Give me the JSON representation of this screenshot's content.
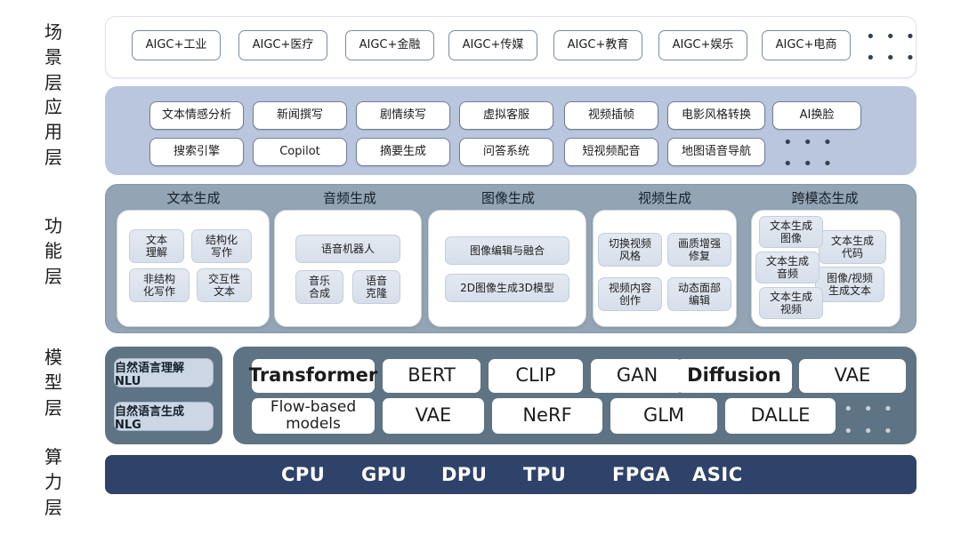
{
  "diagram": {
    "title": "AIGC 技术架构分层图",
    "colors": {
      "scene_bg": "#ffffff",
      "app_bg": "#bac6dd",
      "func_bg": "#93a4b4",
      "model_bg": "#5e7383",
      "compute_bg": "#2f4269",
      "tile_bg": "#dde5ef",
      "chip_border": "#7c8ba0",
      "text": "#1c1c1c",
      "compute_text": "#ffffff"
    },
    "ellipsis": "• • •"
  },
  "layers": [
    {
      "id": "scene",
      "label_chars": [
        "场",
        "景",
        "层"
      ]
    },
    {
      "id": "app",
      "label_chars": [
        "应",
        "用",
        "层"
      ]
    },
    {
      "id": "function",
      "label_chars": [
        "功",
        "能",
        "层"
      ]
    },
    {
      "id": "model",
      "label_chars": [
        "模",
        "型",
        "层"
      ]
    },
    {
      "id": "compute",
      "label_chars": [
        "算",
        "力",
        "层"
      ]
    }
  ],
  "scene_layer": {
    "name": "场景层",
    "items": [
      "AIGC+工业",
      "AIGC+医疗",
      "AIGC+金融",
      "AIGC+传媒",
      "AIGC+教育",
      "AIGC+娱乐",
      "AIGC+电商"
    ],
    "more": "• • •"
  },
  "app_layer": {
    "name": "应用层",
    "row1": [
      "文本情感分析",
      "新闻撰写",
      "剧情续写",
      "虚拟客服",
      "视频插帧",
      "电影风格转换",
      "AI换脸"
    ],
    "row2": [
      "搜索引擎",
      "Copilot",
      "摘要生成",
      "问答系统",
      "短视频配音",
      "地图语音导航"
    ],
    "more": "• • •"
  },
  "function_layer": {
    "name": "功能层",
    "groups": [
      {
        "title": "文本生成",
        "tiles": [
          "文本\n理解",
          "结构化\n写作",
          "非结构\n化写作",
          "交互性\n文本"
        ]
      },
      {
        "title": "音频生成",
        "tiles": [
          "语音机器人",
          "音乐\n合成",
          "语音\n克隆"
        ]
      },
      {
        "title": "图像生成",
        "tiles": [
          "图像编辑与融合",
          "2D图像生成3D模型"
        ]
      },
      {
        "title": "视频生成",
        "tiles": [
          "切换视频\n风格",
          "画质增强\n修复",
          "视频内容\n创作",
          "动态面部\n编辑"
        ]
      },
      {
        "title": "跨模态生成",
        "tiles": [
          "文本生成\n图像",
          "文本生成\n代码",
          "文本生成\n音频",
          "图像/视频\n生成文本",
          "文本生成\n视频"
        ]
      }
    ]
  },
  "model_layer": {
    "name": "模型层",
    "language_models": [
      "自然语言理解 NLU",
      "自然语言生成 NLG"
    ],
    "row1": [
      "Transformer",
      "BERT",
      "CLIP",
      "GAN",
      "Diffusion",
      "VAE"
    ],
    "row2": [
      "Flow-based\nmodels",
      "VAE",
      "NeRF",
      "GLM",
      "DALLE"
    ],
    "bold_items": [
      "Transformer",
      "Diffusion"
    ],
    "more": "• • •"
  },
  "compute_layer": {
    "name": "算力层",
    "items": [
      "CPU",
      "GPU",
      "DPU",
      "TPU",
      "FPGA",
      "ASIC"
    ]
  }
}
